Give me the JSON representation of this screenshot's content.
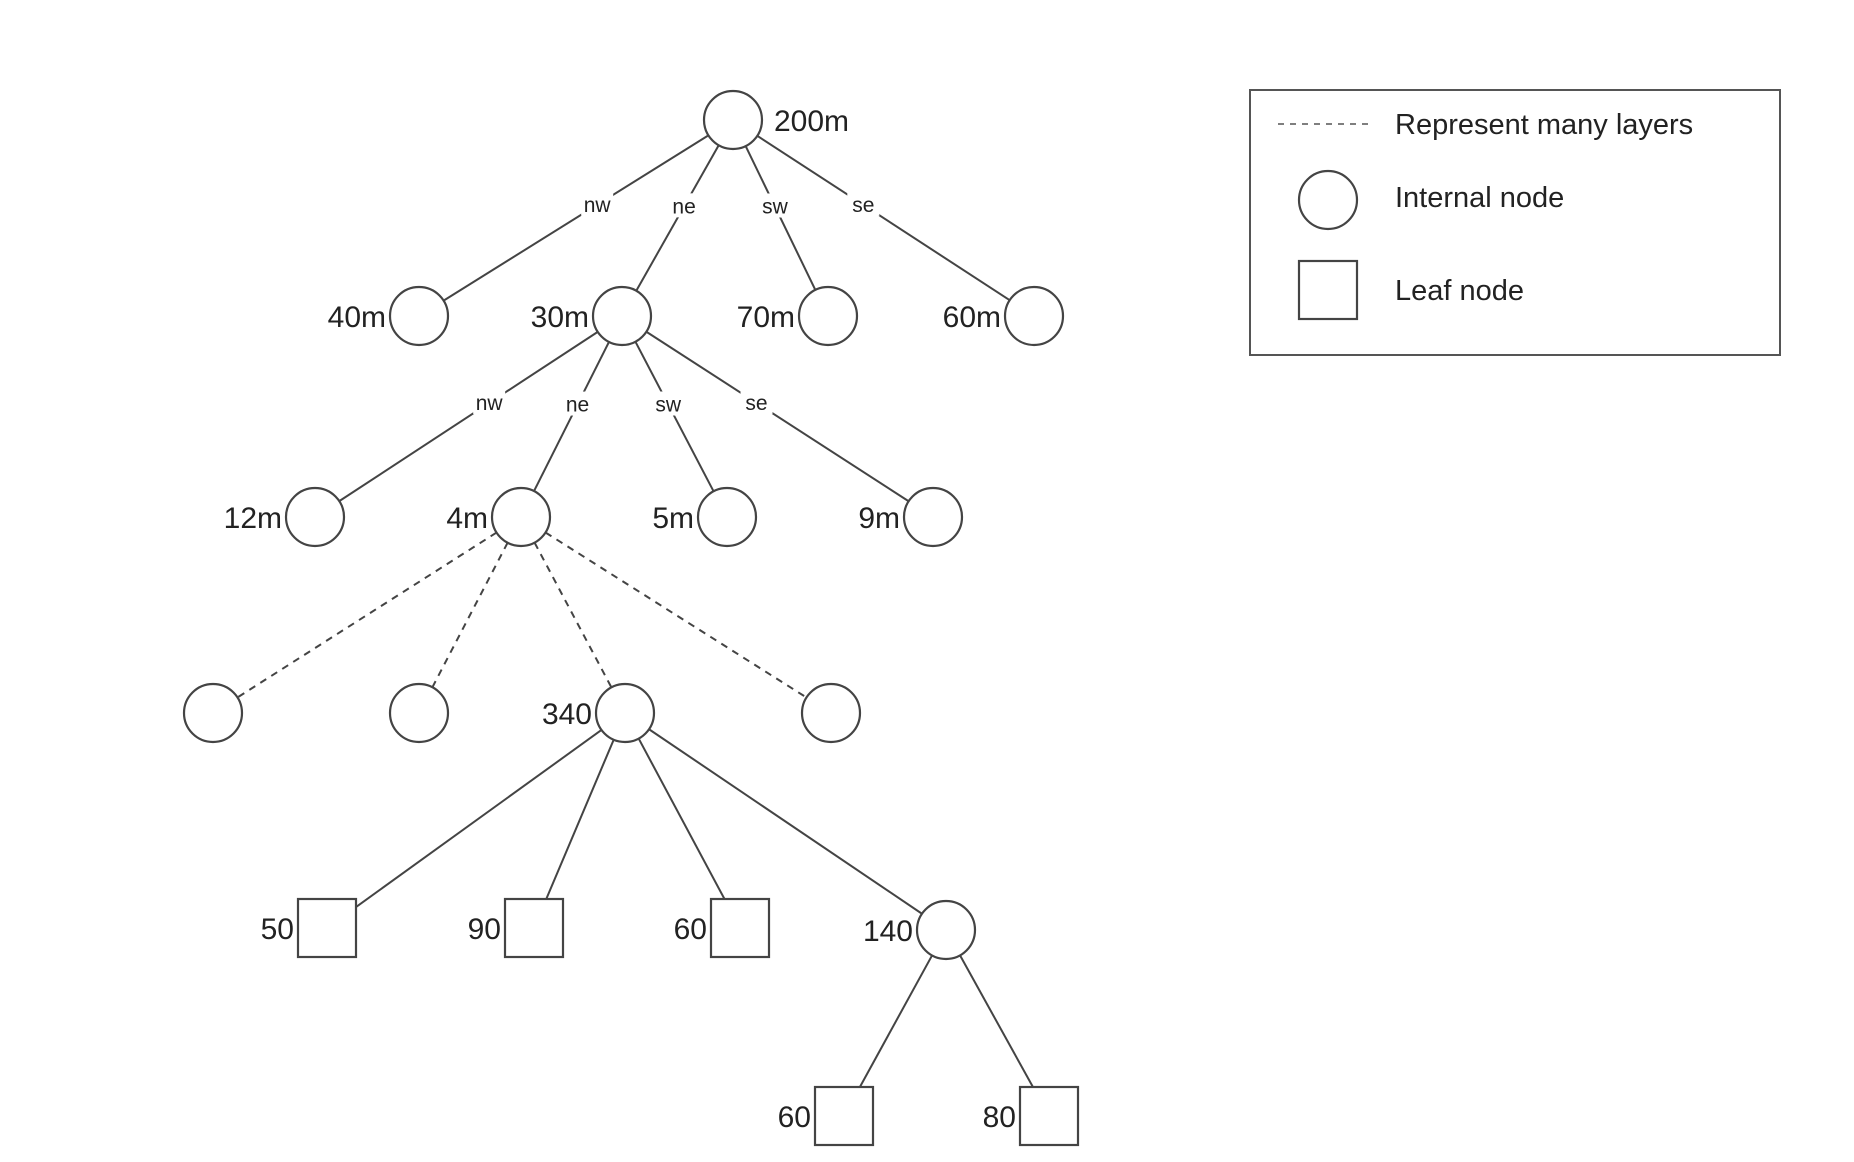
{
  "nodes": [
    {
      "id": "root",
      "kind": "internal",
      "label": "200m"
    },
    {
      "id": "n1",
      "kind": "internal",
      "label": "40m"
    },
    {
      "id": "n2",
      "kind": "internal",
      "label": "30m"
    },
    {
      "id": "n3",
      "kind": "internal",
      "label": "70m"
    },
    {
      "id": "n4",
      "kind": "internal",
      "label": "60m"
    },
    {
      "id": "n21",
      "kind": "internal",
      "label": "12m"
    },
    {
      "id": "n22",
      "kind": "internal",
      "label": "4m"
    },
    {
      "id": "n23",
      "kind": "internal",
      "label": "5m"
    },
    {
      "id": "n24",
      "kind": "internal",
      "label": "9m"
    },
    {
      "id": "d1",
      "kind": "internal",
      "label": ""
    },
    {
      "id": "d2",
      "kind": "internal",
      "label": ""
    },
    {
      "id": "d3",
      "kind": "internal",
      "label": "340"
    },
    {
      "id": "d4",
      "kind": "internal",
      "label": ""
    },
    {
      "id": "l1",
      "kind": "leaf",
      "label": "50"
    },
    {
      "id": "l2",
      "kind": "leaf",
      "label": "90"
    },
    {
      "id": "l3",
      "kind": "leaf",
      "label": "60"
    },
    {
      "id": "c4",
      "kind": "internal",
      "label": "140"
    },
    {
      "id": "l41",
      "kind": "leaf",
      "label": "60"
    },
    {
      "id": "l42",
      "kind": "leaf",
      "label": "80"
    }
  ],
  "edges": [
    {
      "from": "root",
      "to": "n1",
      "label": "nw",
      "style": "solid"
    },
    {
      "from": "root",
      "to": "n2",
      "label": "ne",
      "style": "solid"
    },
    {
      "from": "root",
      "to": "n3",
      "label": "sw",
      "style": "solid"
    },
    {
      "from": "root",
      "to": "n4",
      "label": "se",
      "style": "solid"
    },
    {
      "from": "n2",
      "to": "n21",
      "label": "nw",
      "style": "solid"
    },
    {
      "from": "n2",
      "to": "n22",
      "label": "ne",
      "style": "solid"
    },
    {
      "from": "n2",
      "to": "n23",
      "label": "sw",
      "style": "solid"
    },
    {
      "from": "n2",
      "to": "n24",
      "label": "se",
      "style": "solid"
    },
    {
      "from": "n22",
      "to": "d1",
      "label": "",
      "style": "dashed"
    },
    {
      "from": "n22",
      "to": "d2",
      "label": "",
      "style": "dashed"
    },
    {
      "from": "n22",
      "to": "d3",
      "label": "",
      "style": "dashed"
    },
    {
      "from": "n22",
      "to": "d4",
      "label": "",
      "style": "dashed"
    },
    {
      "from": "d3",
      "to": "l1",
      "label": "",
      "style": "solid"
    },
    {
      "from": "d3",
      "to": "l2",
      "label": "",
      "style": "solid"
    },
    {
      "from": "d3",
      "to": "l3",
      "label": "",
      "style": "solid"
    },
    {
      "from": "d3",
      "to": "c4",
      "label": "",
      "style": "solid"
    },
    {
      "from": "c4",
      "to": "l41",
      "label": "",
      "style": "solid"
    },
    {
      "from": "c4",
      "to": "l42",
      "label": "",
      "style": "solid"
    }
  ],
  "legend": {
    "dashed_line_label": "Represent many layers",
    "internal_node_label": "Internal node",
    "leaf_node_label": "Leaf node"
  },
  "colors": {
    "stroke": "#444444",
    "background": "#ffffff"
  }
}
